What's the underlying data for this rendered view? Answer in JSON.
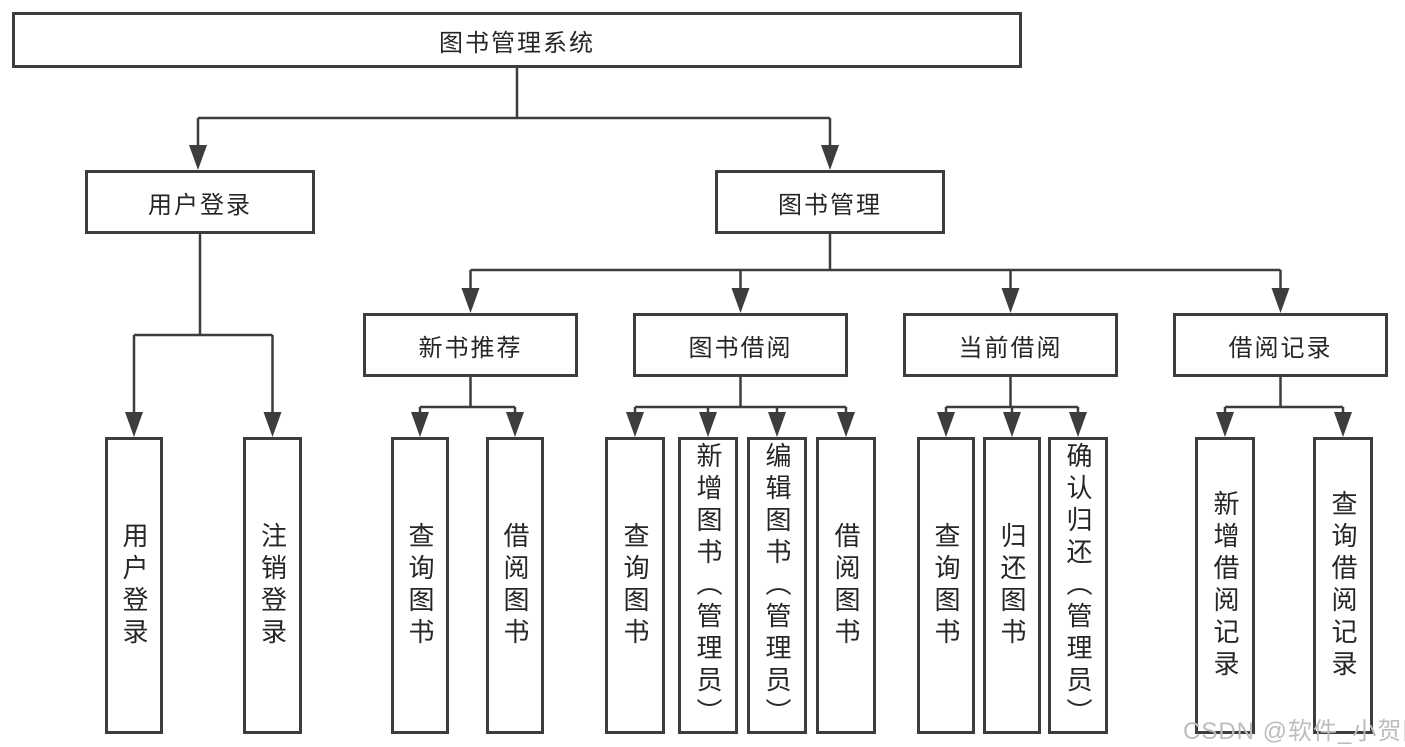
{
  "tree": {
    "root": {
      "label": "图书管理系统"
    },
    "branches": [
      {
        "label": "用户登录",
        "children": [
          {
            "label": "用户登录"
          },
          {
            "label": "注销登录"
          }
        ]
      },
      {
        "label": "图书管理",
        "children": [
          {
            "label": "新书推荐",
            "children": [
              {
                "label": "查询图书"
              },
              {
                "label": "借阅图书"
              }
            ]
          },
          {
            "label": "图书借阅",
            "children": [
              {
                "label": "查询图书"
              },
              {
                "label": "新增图书（管理员）"
              },
              {
                "label": "编辑图书（管理员）"
              },
              {
                "label": "借阅图书"
              }
            ]
          },
          {
            "label": "当前借阅",
            "children": [
              {
                "label": "查询图书"
              },
              {
                "label": "归还图书"
              },
              {
                "label": "确认归还（管理员）"
              }
            ]
          },
          {
            "label": "借阅记录",
            "children": [
              {
                "label": "新增借阅记录"
              },
              {
                "label": "查询借阅记录"
              }
            ]
          }
        ]
      }
    ]
  },
  "watermark": "CSDN @软件_小贺同学",
  "colors": {
    "background": "#ffffff",
    "border": "#3d3d3d",
    "line": "#3d3d3d",
    "text": "#262626",
    "watermark": "#bdbdbd"
  }
}
